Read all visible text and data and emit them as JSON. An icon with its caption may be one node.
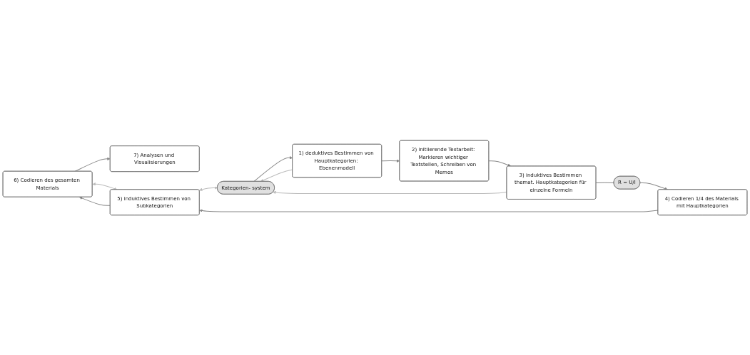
{
  "diagram": {
    "nodes": [
      {
        "text": [
          "7) Analysen und Visualisierungen"
        ]
      },
      {
        "text": [
          "6) Codieren des gesamten Materials"
        ]
      },
      {
        "text": [
          "1) deduktives Bestimmen von Hauptkategorien: Ebenenmodell"
        ]
      },
      {
        "text": [
          "2) initiierende Textarbeit: Markieren wichtiger Textstellen, Schreiben von Memos"
        ]
      },
      {
        "text": [
          "5) induktives Bestimmen von Subkategorien"
        ]
      },
      {
        "text": [
          "Kategorien- system"
        ]
      },
      {
        "text": [
          "3) induktives Bestimmen themat. Hauptkategorien für einzelne Formeln"
        ]
      },
      {
        "text": [
          "4) Codieren 1/4 des Materials mit Hauptkategorien"
        ]
      },
      {
        "text": [
          "R = U/I"
        ]
      }
    ],
    "edges": [
      {
        "from": 2,
        "to": 3,
        "arrow": "to"
      },
      {
        "from": 3,
        "to": 6,
        "arrow": "to"
      },
      {
        "from": 6,
        "to": 8,
        "arrow": "none"
      },
      {
        "from": 8,
        "to": 7,
        "arrow": "to"
      },
      {
        "from": 7,
        "to": 4,
        "arrow": "to"
      },
      {
        "from": 4,
        "to": 1,
        "arrow": "to"
      },
      {
        "from": 1,
        "to": 0,
        "arrow": "to"
      },
      {
        "from": 1,
        "to": 4,
        "arrow": "both",
        "color": "#bbbbbb"
      },
      {
        "from": 4,
        "to": 5,
        "arrow": "both",
        "color": "#bbbbbb"
      },
      {
        "from": 5,
        "to": 2,
        "arrow": "to"
      },
      {
        "from": 2,
        "to": 5,
        "arrow": "to",
        "color": "#bbbbbb"
      },
      {
        "from": 6,
        "to": 5,
        "arrow": "to",
        "color": "#bbbbbb"
      }
    ]
  }
}
